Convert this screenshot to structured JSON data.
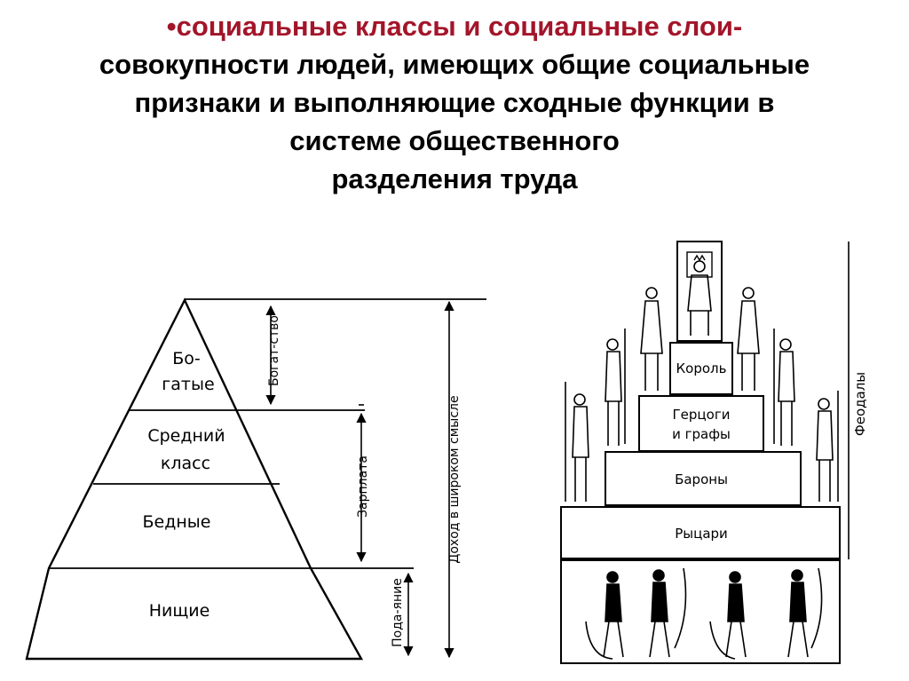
{
  "title": {
    "lines": [
      "•социальные классы и социальные слои-",
      "совокупности людей, имеющих общие социальные",
      "признаки и выполняющие сходные функции в",
      "системе общественного",
      "разделения труда"
    ]
  },
  "left_pyramid": {
    "tiers": [
      {
        "label_lines": [
          "Бо-",
          "гатые"
        ]
      },
      {
        "label_lines": [
          "Средний",
          "класс"
        ]
      },
      {
        "label_lines": [
          "Бедные"
        ]
      },
      {
        "label_lines": [
          "Нищие"
        ]
      }
    ],
    "brackets": {
      "wealth": "Богат-ство",
      "salary": "Зарплата",
      "alms": "Пода-яние",
      "income": "Доход в широком смысле"
    }
  },
  "right_pyramid": {
    "tiers": [
      {
        "label_lines": [
          "Король"
        ]
      },
      {
        "label_lines": [
          "Герцоги",
          "и графы"
        ]
      },
      {
        "label_lines": [
          "Бароны"
        ]
      },
      {
        "label_lines": [
          "Рыцари"
        ]
      }
    ],
    "side_label": "Феодалы"
  }
}
